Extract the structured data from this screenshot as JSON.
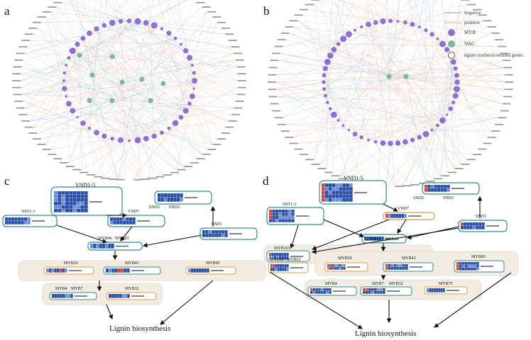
{
  "panels": {
    "a": "a",
    "b": "b",
    "c": "c",
    "d": "d"
  },
  "legend": {
    "negative": "negative",
    "positive": "positive",
    "myb": "MYB",
    "nac": "NAC",
    "lignin": "lignin synthesis-related genes"
  },
  "colors": {
    "negative": "#9cc9dc",
    "positive": "#f4c7ae",
    "myb": "#8f6fd6",
    "nac": "#7fb59a",
    "box_teal": "#2f8f8f",
    "box_orange": "#e39b4a",
    "box_bg": "#f3ece2",
    "heat_blue": "#2a4fa8",
    "heat_red": "#d9443a"
  },
  "panel_c": {
    "vnd15": "VND1-5",
    "vnd7": "VND7",
    "snd2": "SND2",
    "snd3": "SND3",
    "nst13": "NST1-3",
    "snd1": "SND1",
    "myb46": "MYB46",
    "myb83": "MYB83",
    "myb20": "MYB20",
    "myb43": "MYB43",
    "myb85": "MYB85",
    "myb4": "MYB4",
    "myb7": "MYB7",
    "myb32": "MYB32",
    "lignin": "Lignin biosynthesis"
  },
  "panel_d": {
    "vnd15": "VND1-5",
    "vnd7": "VND7",
    "snd2": "SND2",
    "snd3": "SND3",
    "nst13": "NST1-3",
    "snd1": "SND1",
    "myb46": "MYB46",
    "myb83": "MYB83",
    "myb103": "MYB103",
    "myb58": "MYB58",
    "myb63": "MYB63",
    "myb28": "MYB28",
    "myb43": "MYB43",
    "myb85": "MYB85",
    "myb4": "MYB4",
    "myb7": "MYB7",
    "myb32": "MYB32",
    "myb75": "MYB75",
    "lignin": "Lignin biosynthesis"
  }
}
